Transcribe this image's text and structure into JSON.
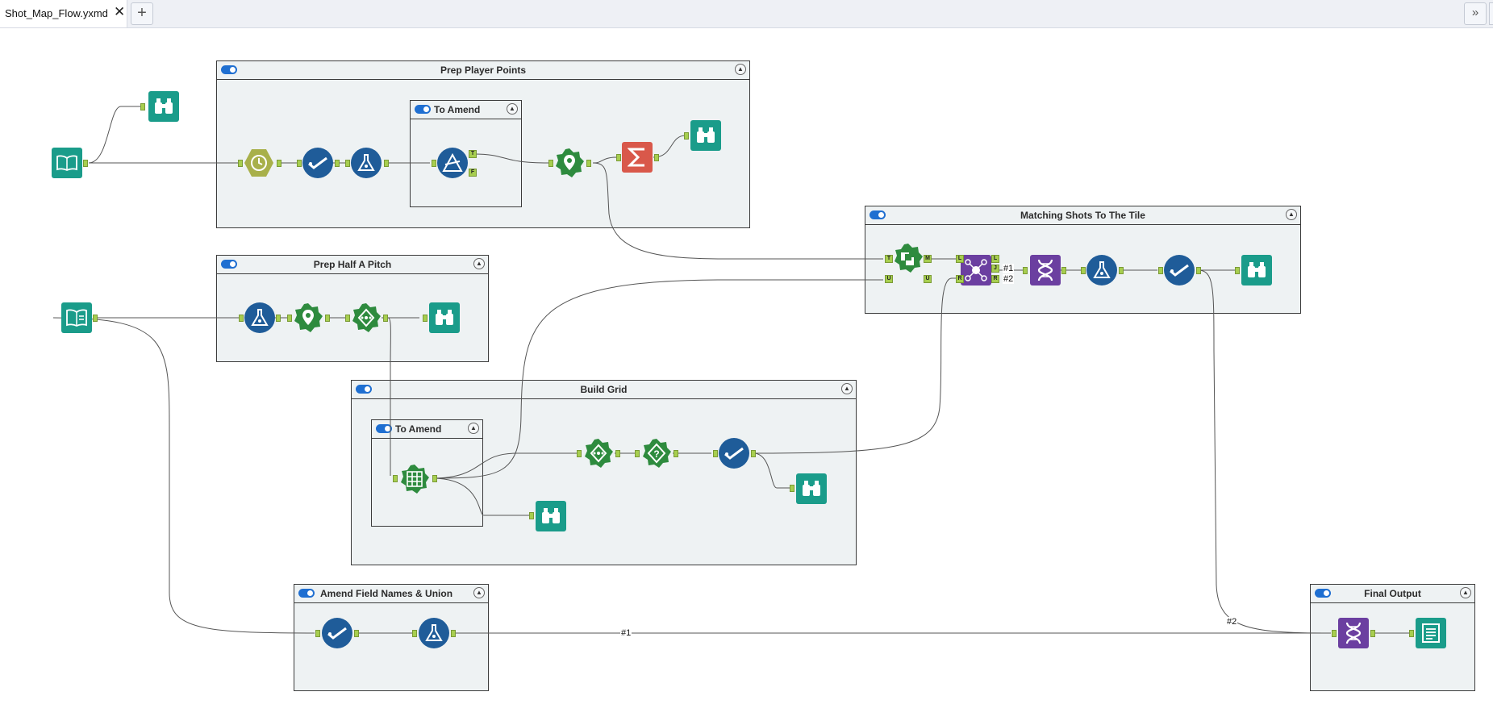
{
  "tabs": {
    "active_tab_label": "Shot_Map_Flow.yxmd",
    "close_glyph": "✕",
    "add_glyph": "+",
    "overflow_glyph": "»"
  },
  "containers": {
    "prep_player_points": "Prep Player Points",
    "to_amend_1": "To Amend",
    "prep_half_pitch": "Prep Half A Pitch",
    "matching_shots": "Matching Shots To The Tile",
    "build_grid": "Build Grid",
    "to_amend_2": "To Amend",
    "amend_field_names": "Amend Field Names & Union",
    "final_output": "Final Output"
  },
  "anchor_labels": {
    "filter_true": "T",
    "filter_false": "F",
    "join_left": "L",
    "join_join": "J",
    "join_right": "R",
    "spatial_target": "T",
    "spatial_universe": "U",
    "spatial_matched": "M",
    "spatial_unmatched": "U"
  },
  "wire_labels": {
    "join_out_1": "#1",
    "join_out_2": "#2",
    "union_in_2": "#2",
    "union_in_1": "#1"
  },
  "tool_colors": {
    "input_teal": "#1a9c8a",
    "browse_teal": "#1a9c8a",
    "prep_blue": "#1f5c99",
    "spatial_green": "#2e8b3e",
    "datetime_olive": "#a8b04a",
    "summarize_orange": "#d9584a",
    "join_purple": "#6b3fa0",
    "anchor_green": "#a7ce4f"
  },
  "tool_icons": [
    "book-input-icon",
    "binoculars-browse-icon",
    "datetime-icon",
    "select-check-icon",
    "formula-flask-icon",
    "filter-triangle-icon",
    "create-points-icon",
    "summarize-sigma-icon",
    "spatial-match-icon",
    "join-multiple-icon",
    "union-dna-icon",
    "generalize-icon",
    "make-grid-icon",
    "spatial-info-icon",
    "output-icon"
  ]
}
